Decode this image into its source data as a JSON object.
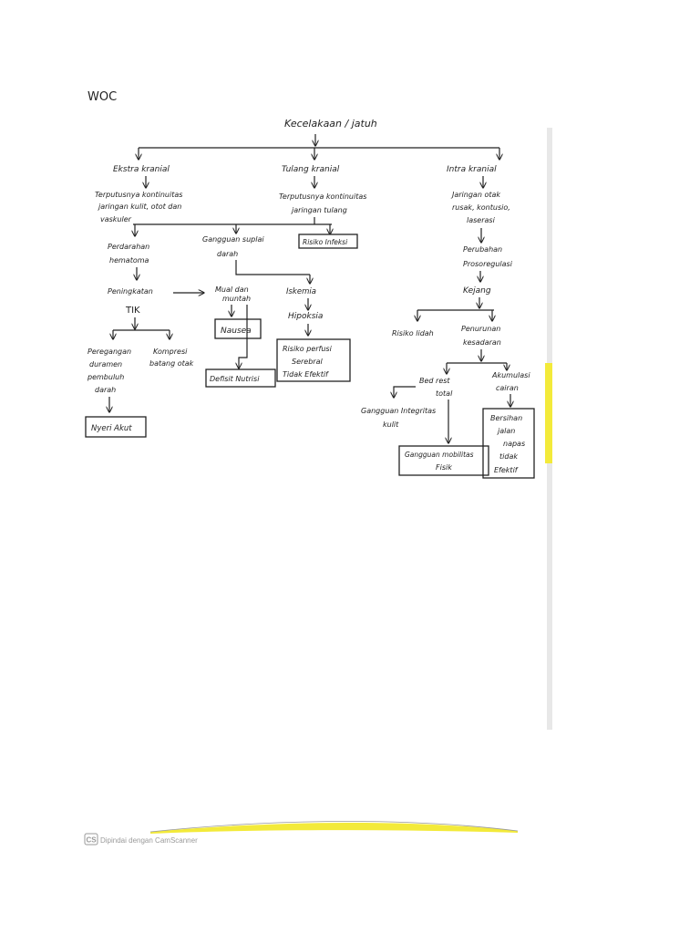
{
  "page": {
    "title": "WOC",
    "footer": {
      "badge": "CS",
      "text": "Dipindai dengan CamScanner"
    }
  },
  "nodes": {
    "root": "Kecelakaan / jatuh",
    "ekstra": "Ekstra kranial",
    "tulang": "Tulang kranial",
    "intra": "Intra kranial",
    "ekstra_sub1": "Terputusnya kontinuitas",
    "ekstra_sub2": "jaringan kulit, otot dan",
    "ekstra_sub3": "vaskuler",
    "tulang_sub1": "Terputusnya kontinuitas",
    "tulang_sub2": "jaringan tulang",
    "intra_sub1": "Jaringan otak",
    "intra_sub2": "rusak, kontusio,",
    "intra_sub3": "laserasi",
    "perdarahan1": "Perdarahan",
    "perdarahan2": "hematoma",
    "gangguan_suplai1": "Gangguan suplai",
    "gangguan_suplai2": "darah",
    "risiko_infeksi": "Risiko Infeksi",
    "perubahan1": "Perubahan",
    "perubahan2": "Prosoregulasi",
    "peningkatan": "Peningkatan",
    "tik": "TIK",
    "mual1": "Mual dan",
    "mual2": "muntah",
    "iskemia": "Iskemia",
    "hipoksia": "Hipoksia",
    "kejang": "Kejang",
    "nausea": "Nausea",
    "risiko_perfusi1": "Risiko perfusi",
    "risiko_perfusi2": "Serebral",
    "risiko_perfusi3": "Tidak Efektif",
    "defisit_nutrisi": "Defisit Nutrisi",
    "peregangan1": "Peregangan",
    "peregangan2": "duramen",
    "peregangan3": "pembuluh",
    "peregangan4": "darah",
    "kompresi1": "Kompresi",
    "kompresi2": "batang otak",
    "nyeri_akut": "Nyeri Akut",
    "risiko_lidah": "Risiko lidah",
    "penurunan1": "Penurunan",
    "penurunan2": "kesadaran",
    "bedrest1": "Bed rest",
    "bedrest2": "total",
    "akumulasi1": "Akumulasi",
    "akumulasi2": "cairan",
    "gangguan_integritas1": "Gangguan Integritas",
    "gangguan_integritas2": "kulit",
    "gangguan_mobilitas1": "Gangguan mobilitas",
    "gangguan_mobilitas2": "Fisik",
    "bersihan1": "Bersihan",
    "bersihan2": "jalan",
    "bersihan3": "napas",
    "bersihan4": "tidak",
    "bersihan5": "Efektif"
  }
}
